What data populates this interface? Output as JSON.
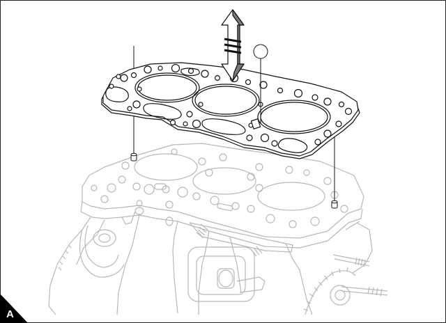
{
  "figure": {
    "corner_label": "A",
    "callout_1": "",
    "parts": [
      "cylinder-head-gasket",
      "engine-block",
      "dowel-pin-left",
      "dowel-pin-right",
      "installation-direction-arrow",
      "callout-circle"
    ],
    "colors": {
      "line": "#111111",
      "faint_line": "#b8b8b8",
      "gasket_fill": "#ffffff",
      "corner_badge": "#000000"
    }
  }
}
